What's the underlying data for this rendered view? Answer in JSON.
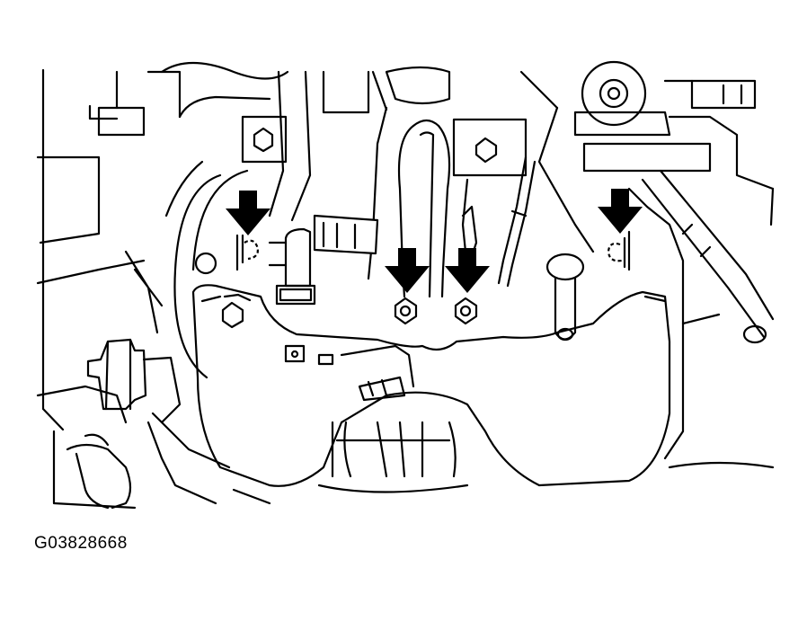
{
  "figure": {
    "id_label": "G03828668"
  },
  "colors": {
    "line": "#000000",
    "background": "#ffffff"
  },
  "callouts": [
    {
      "name": "arrow-left-clip",
      "target": "clip"
    },
    {
      "name": "arrow-center-left-nut",
      "target": "nut"
    },
    {
      "name": "arrow-center-right-nut",
      "target": "nut"
    },
    {
      "name": "arrow-right-clip",
      "target": "clip"
    }
  ]
}
